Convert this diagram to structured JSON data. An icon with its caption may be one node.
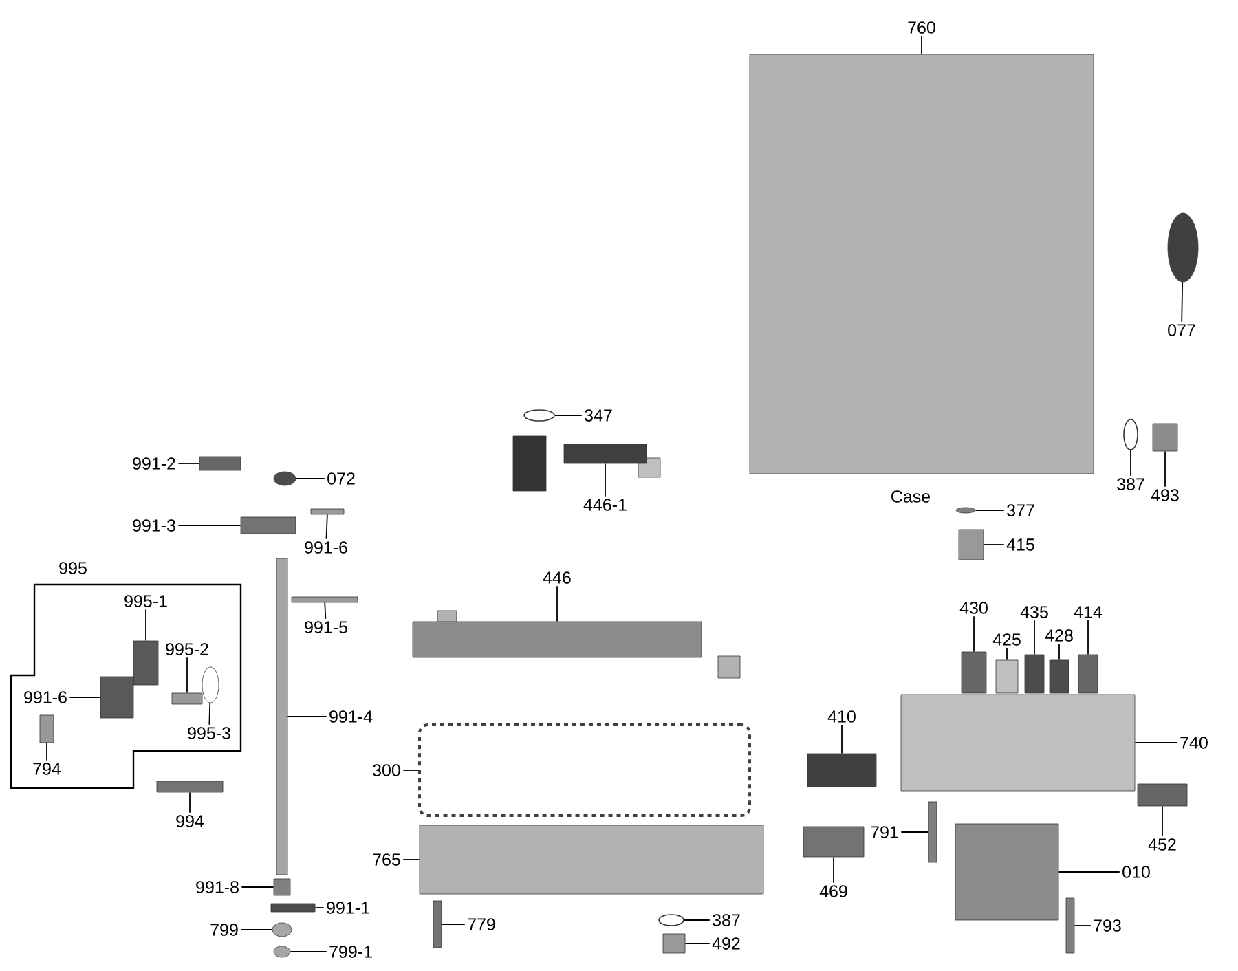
{
  "diagram": {
    "nodes": [
      {
        "text": [
          "991-2"
        ]
      },
      {
        "text": [],
        "shape": "box"
      },
      {
        "text": [
          "072"
        ]
      },
      {
        "text": [],
        "shape": "circle"
      },
      {
        "text": [
          "991-3"
        ]
      },
      {
        "text": [],
        "shape": "box"
      },
      {
        "text": [
          "991-6"
        ]
      },
      {
        "text": [],
        "shape": "box"
      },
      {
        "text": [
          "991-4"
        ]
      },
      {
        "text": [],
        "shape": "box"
      },
      {
        "text": [
          "991-5"
        ]
      },
      {
        "text": [],
        "shape": "box"
      },
      {
        "text": [
          "995"
        ]
      },
      {
        "text": [
          "995-1"
        ],
        "in": 12
      },
      {
        "text": [],
        "shape": "box",
        "in": 12
      },
      {
        "text": [
          "995-2"
        ],
        "in": 12
      },
      {
        "text": [],
        "shape": "box",
        "in": 12
      },
      {
        "text": [
          "995-3"
        ],
        "in": 12
      },
      {
        "text": [],
        "shape": "circle",
        "in": 12
      },
      {
        "text": [
          "991-6"
        ],
        "in": 12
      },
      {
        "text": [],
        "shape": "box",
        "in": 12
      },
      {
        "text": [
          "794"
        ],
        "in": 12
      },
      {
        "text": [],
        "shape": "box",
        "in": 12
      },
      {
        "text": [
          "994"
        ]
      },
      {
        "text": [],
        "shape": "box"
      },
      {
        "text": [
          "991-8"
        ]
      },
      {
        "text": [],
        "shape": "box"
      },
      {
        "text": [
          "991-1"
        ]
      },
      {
        "text": [],
        "shape": "box"
      },
      {
        "text": [
          "799"
        ]
      },
      {
        "text": [],
        "shape": "circle"
      },
      {
        "text": [
          "799-1"
        ]
      },
      {
        "text": [],
        "shape": "circle"
      },
      {
        "text": [
          "347"
        ]
      },
      {
        "text": [],
        "shape": "circle"
      },
      {
        "text": [
          "446-1"
        ]
      },
      {
        "text": [],
        "shape": "box"
      },
      {
        "text": [
          "446"
        ]
      },
      {
        "text": [],
        "shape": "box"
      },
      {
        "text": [
          "300"
        ]
      },
      {
        "text": [],
        "shape": "box"
      },
      {
        "text": [
          "765"
        ]
      },
      {
        "text": [],
        "shape": "box"
      },
      {
        "text": [
          "779"
        ]
      },
      {
        "text": [],
        "shape": "box"
      },
      {
        "text": [
          "387"
        ]
      },
      {
        "text": [],
        "shape": "circle"
      },
      {
        "text": [
          "492"
        ]
      },
      {
        "text": [],
        "shape": "box"
      },
      {
        "text": [
          "760"
        ]
      },
      {
        "text": [],
        "shape": "box"
      },
      {
        "text": [
          "077"
        ]
      },
      {
        "text": [],
        "shape": "circle"
      },
      {
        "text": [
          "387"
        ]
      },
      {
        "text": [],
        "shape": "circle"
      },
      {
        "text": [
          "493"
        ]
      },
      {
        "text": [],
        "shape": "box"
      },
      {
        "text": [
          "377"
        ]
      },
      {
        "text": [],
        "shape": "circle"
      },
      {
        "text": [
          "415"
        ]
      },
      {
        "text": [],
        "shape": "box"
      },
      {
        "text": [
          "430"
        ]
      },
      {
        "text": [],
        "shape": "box"
      },
      {
        "text": [
          "425"
        ]
      },
      {
        "text": [],
        "shape": "box"
      },
      {
        "text": [
          "435"
        ]
      },
      {
        "text": [],
        "shape": "box"
      },
      {
        "text": [
          "428"
        ]
      },
      {
        "text": [],
        "shape": "box"
      },
      {
        "text": [
          "414"
        ]
      },
      {
        "text": [],
        "shape": "box"
      },
      {
        "text": [
          "740"
        ]
      },
      {
        "text": [],
        "shape": "box"
      },
      {
        "text": [
          "410"
        ]
      },
      {
        "text": [],
        "shape": "box"
      },
      {
        "text": [
          "452"
        ]
      },
      {
        "text": [],
        "shape": "box"
      },
      {
        "text": [
          "469"
        ]
      },
      {
        "text": [],
        "shape": "box"
      },
      {
        "text": [
          "791"
        ]
      },
      {
        "text": [],
        "shape": "box"
      },
      {
        "text": [
          "010"
        ]
      },
      {
        "text": [],
        "shape": "box"
      },
      {
        "text": [
          "793"
        ]
      },
      {
        "text": [],
        "shape": "box"
      }
    ],
    "edges": [
      {
        "from": 0,
        "to": 1,
        "arrow": "none"
      },
      {
        "from": 2,
        "to": 3,
        "arrow": "none"
      },
      {
        "from": 4,
        "to": 5,
        "arrow": "none"
      },
      {
        "from": 6,
        "to": 7,
        "arrow": "none"
      },
      {
        "from": 8,
        "to": 9,
        "arrow": "none"
      },
      {
        "from": 10,
        "to": 11,
        "arrow": "none"
      },
      {
        "from": 13,
        "to": 14,
        "arrow": "none"
      },
      {
        "from": 15,
        "to": 16,
        "arrow": "none"
      },
      {
        "from": 17,
        "to": 18,
        "arrow": "none"
      },
      {
        "from": 19,
        "to": 20,
        "arrow": "none"
      },
      {
        "from": 21,
        "to": 22,
        "arrow": "none"
      },
      {
        "from": 23,
        "to": 24,
        "arrow": "none"
      },
      {
        "from": 25,
        "to": 26,
        "arrow": "none"
      },
      {
        "from": 27,
        "to": 28,
        "arrow": "none"
      },
      {
        "from": 29,
        "to": 30,
        "arrow": "none"
      },
      {
        "from": 31,
        "to": 32,
        "arrow": "none"
      },
      {
        "from": 33,
        "to": 34,
        "arrow": "none"
      },
      {
        "from": 35,
        "to": 36,
        "arrow": "none"
      },
      {
        "from": 37,
        "to": 38,
        "arrow": "none"
      },
      {
        "from": 39,
        "to": 40,
        "arrow": "none"
      },
      {
        "from": 41,
        "to": 42,
        "arrow": "none"
      },
      {
        "from": 43,
        "to": 44,
        "arrow": "none"
      },
      {
        "from": 45,
        "to": 46,
        "arrow": "none"
      },
      {
        "from": 47,
        "to": 48,
        "arrow": "none"
      },
      {
        "from": 49,
        "to": 50,
        "arrow": "none"
      },
      {
        "from": 51,
        "to": 52,
        "arrow": "none"
      },
      {
        "from": 53,
        "to": 54,
        "arrow": "none"
      },
      {
        "from": 55,
        "to": 56,
        "arrow": "none"
      },
      {
        "from": 57,
        "to": 58,
        "arrow": "none"
      },
      {
        "from": 59,
        "to": 60,
        "arrow": "none"
      },
      {
        "from": 61,
        "to": 62,
        "arrow": "none"
      },
      {
        "from": 63,
        "to": 64,
        "arrow": "none"
      },
      {
        "from": 65,
        "to": 66,
        "arrow": "none"
      },
      {
        "from": 67,
        "to": 68,
        "arrow": "none"
      },
      {
        "from": 69,
        "to": 70,
        "arrow": "none"
      },
      {
        "from": 71,
        "to": 72,
        "arrow": "none"
      },
      {
        "from": 73,
        "to": 74,
        "arrow": "none"
      },
      {
        "from": 75,
        "to": 76,
        "arrow": "none"
      },
      {
        "from": 77,
        "to": 78,
        "arrow": "none"
      },
      {
        "from": 79,
        "to": 80,
        "arrow": "none"
      },
      {
        "from": 81,
        "to": 82,
        "arrow": "none"
      },
      {
        "from": 83,
        "to": 84,
        "arrow": "none"
      }
    ],
    "labels": [
      "Case"
    ]
  }
}
